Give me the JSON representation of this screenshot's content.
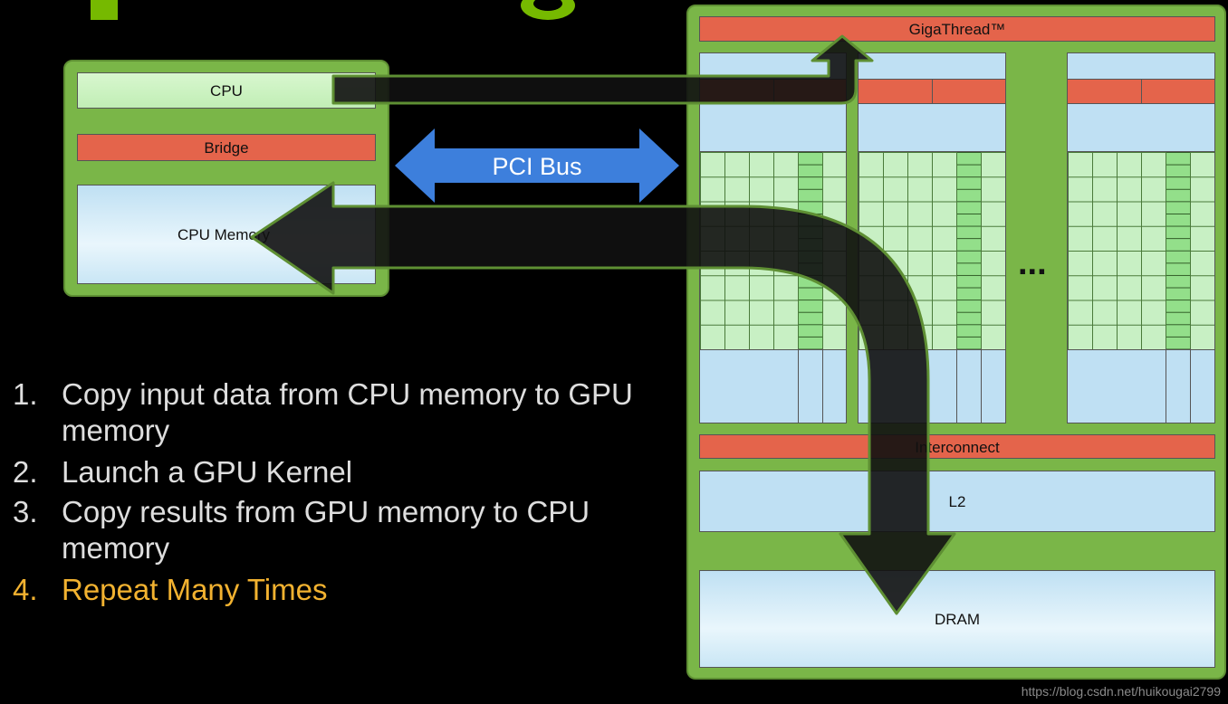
{
  "colors": {
    "background": "#000000",
    "panel_green": "#7ab648",
    "bar_red": "#e4644b",
    "bus_blue": "#3d7fdc",
    "title_green": "#76b900",
    "highlight_orange": "#f2b230",
    "arrow_fill": "#111111",
    "arrow_outline": "#5e8f33"
  },
  "cpu_side": {
    "cpu_label": "CPU",
    "bridge_label": "Bridge",
    "memory_label": "CPU Memory"
  },
  "bus": {
    "label": "PCI Bus"
  },
  "gpu_side": {
    "gigathread_label": "GigaThread™",
    "interconnect_label": "Interconnect",
    "l2_label": "L2",
    "dram_label": "DRAM",
    "ellipsis": "..."
  },
  "steps": [
    {
      "number": "1.",
      "lines": [
        "Copy input data from CPU memory to GPU",
        "memory"
      ],
      "highlighted": false
    },
    {
      "number": "2.",
      "lines": [
        "Launch a GPU Kernel"
      ],
      "highlighted": false
    },
    {
      "number": "3.",
      "lines": [
        "Copy results from GPU memory to CPU",
        "memory"
      ],
      "highlighted": false
    },
    {
      "number": "4.",
      "lines": [
        "Repeat Many Times"
      ],
      "highlighted": true
    }
  ],
  "watermark": "https://blog.csdn.net/huikougai2799"
}
